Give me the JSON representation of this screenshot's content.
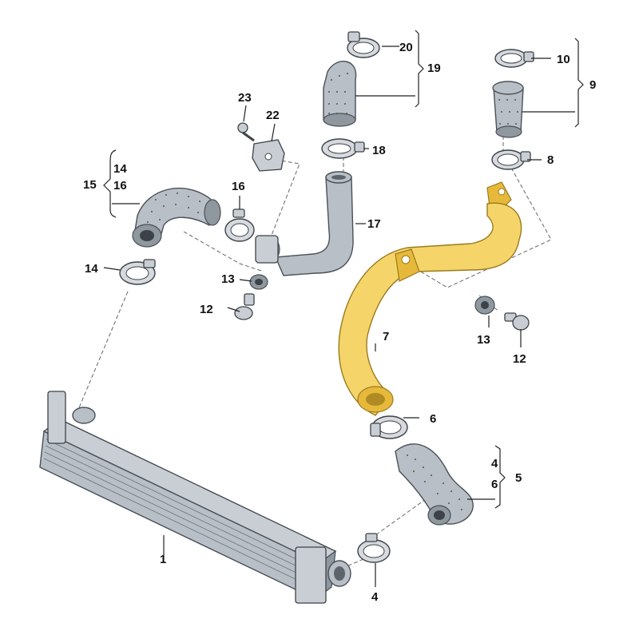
{
  "labels": {
    "l1": "1",
    "l4": "4",
    "l4b": "4",
    "l5": "5",
    "l6": "6",
    "l6b": "6",
    "l7": "7",
    "l8": "8",
    "l9": "9",
    "l10": "10",
    "l12a": "12",
    "l12b": "12",
    "l13a": "13",
    "l13b": "13",
    "l14a": "14",
    "l14b": "14",
    "l15": "15",
    "l16a": "16",
    "l16b": "16",
    "l17": "17",
    "l18": "18",
    "l19": "19",
    "l20": "20",
    "l22": "22",
    "l23": "23"
  },
  "highlight_color": "#f5d56a"
}
